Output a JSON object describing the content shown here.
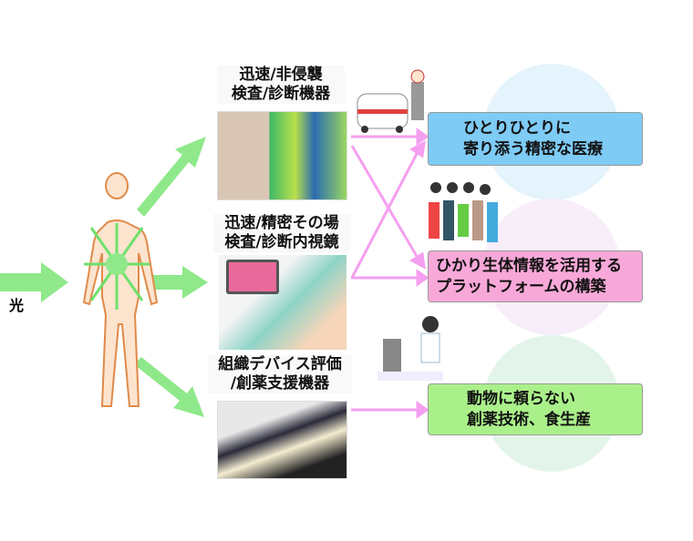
{
  "input_label": "光",
  "devices": [
    {
      "title_line1": "迅速/非侵襲",
      "title_line2": "検査/診断機器"
    },
    {
      "title_line1": "迅速/精密その場",
      "title_line2": "検査/診断内視鏡"
    },
    {
      "title_line1": "組織デバイス評価",
      "title_line2": "/創薬支援機器"
    }
  ],
  "outcomes": [
    {
      "line1": "ひとりひとりに",
      "line2": "寄り添う精密な医療",
      "color": "#7ecbf5"
    },
    {
      "line1": "ひかり生体情報を活用する",
      "line2": "プラットフォームの構築",
      "color": "#f7a8d8"
    },
    {
      "line1": "動物に頼らない",
      "line2": "創薬技術、食生産",
      "color": "#aaf08a"
    }
  ],
  "colors": {
    "green_arrow": "#8fe88a",
    "pink_arrow": "#f59ff0"
  }
}
